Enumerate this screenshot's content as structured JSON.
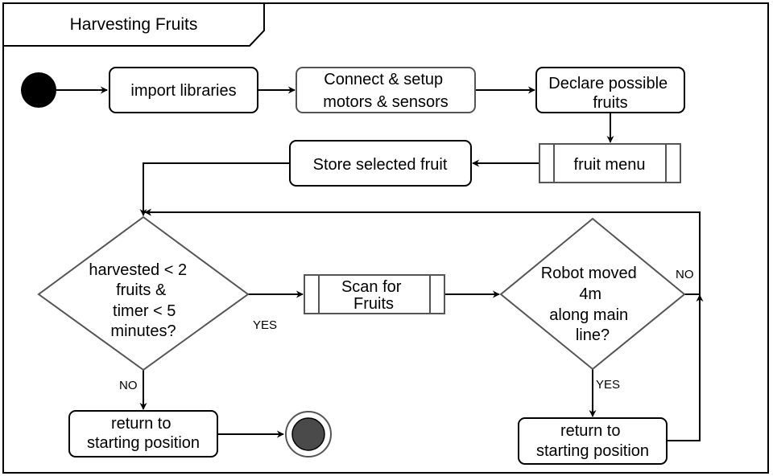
{
  "frame": {
    "title": "Harvesting Fruits"
  },
  "nodes": {
    "import": "import libraries",
    "connect": [
      "Connect & setup",
      "motors & sensors"
    ],
    "declare": [
      "Declare possible",
      "fruits"
    ],
    "fruit_menu": "fruit menu",
    "store": "Store selected fruit",
    "decision_harvest": [
      "harvested < 2",
      "fruits &",
      "timer < 5",
      "minutes?"
    ],
    "scan": [
      "Scan for",
      "Fruits"
    ],
    "decision_moved": [
      "Robot moved",
      "4m",
      "along main",
      "line?"
    ],
    "return_left": [
      "return to",
      "starting position"
    ],
    "return_right": [
      "return to",
      "starting position"
    ]
  },
  "edge_labels": {
    "harvest_yes": "YES",
    "harvest_no": "NO",
    "moved_yes": "YES",
    "moved_no": "NO"
  },
  "colors": {
    "stroke": "#000000",
    "end_fill": "#4a4a4a",
    "shape_gray": "#555555"
  }
}
